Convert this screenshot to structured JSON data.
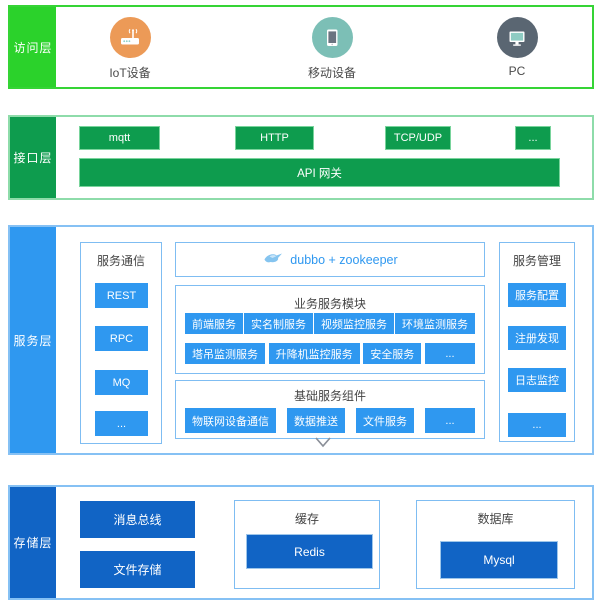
{
  "colors": {
    "access_green": "#2bd22b",
    "interface_green": "#0e9c4e",
    "service_blue": "#2f98f0",
    "storage_blue": "#1164c5",
    "iot_orange": "#ec9a57",
    "mobile_teal": "#7cbfb6",
    "pc_slate": "#5a6672"
  },
  "access": {
    "label": "访问层",
    "devices": [
      {
        "name": "IoT设备",
        "icon": "router-icon"
      },
      {
        "name": "移动设备",
        "icon": "tablet-icon"
      },
      {
        "name": "PC",
        "icon": "monitor-icon"
      }
    ]
  },
  "interface": {
    "label": "接口层",
    "protocols": [
      "mqtt",
      "HTTP",
      "TCP/UDP",
      "..."
    ],
    "gateway": "API 网关"
  },
  "service": {
    "label": "服务层",
    "comm": {
      "title": "服务通信",
      "items": [
        "REST",
        "RPC",
        "MQ",
        "..."
      ]
    },
    "middleware": {
      "text": "dubbo + zookeeper",
      "icon": "dubbo-icon"
    },
    "business": {
      "title": "业务服务模块",
      "row1": [
        "前端服务",
        "实名制服务",
        "视频监控服务",
        "环境监测服务"
      ],
      "row2": [
        "塔吊监测服务",
        "升降机监控服务",
        "安全服务",
        "..."
      ]
    },
    "base": {
      "title": "基础服务组件",
      "items": [
        "物联网设备通信",
        "数据推送",
        "文件服务",
        "..."
      ]
    },
    "mgmt": {
      "title": "服务管理",
      "items": [
        "服务配置",
        "注册发现",
        "日志监控",
        "..."
      ]
    }
  },
  "storage": {
    "label": "存储层",
    "items": [
      "消息总线",
      "文件存储"
    ],
    "cache": {
      "title": "缓存",
      "item": "Redis"
    },
    "database": {
      "title": "数据库",
      "item": "Mysql"
    }
  }
}
